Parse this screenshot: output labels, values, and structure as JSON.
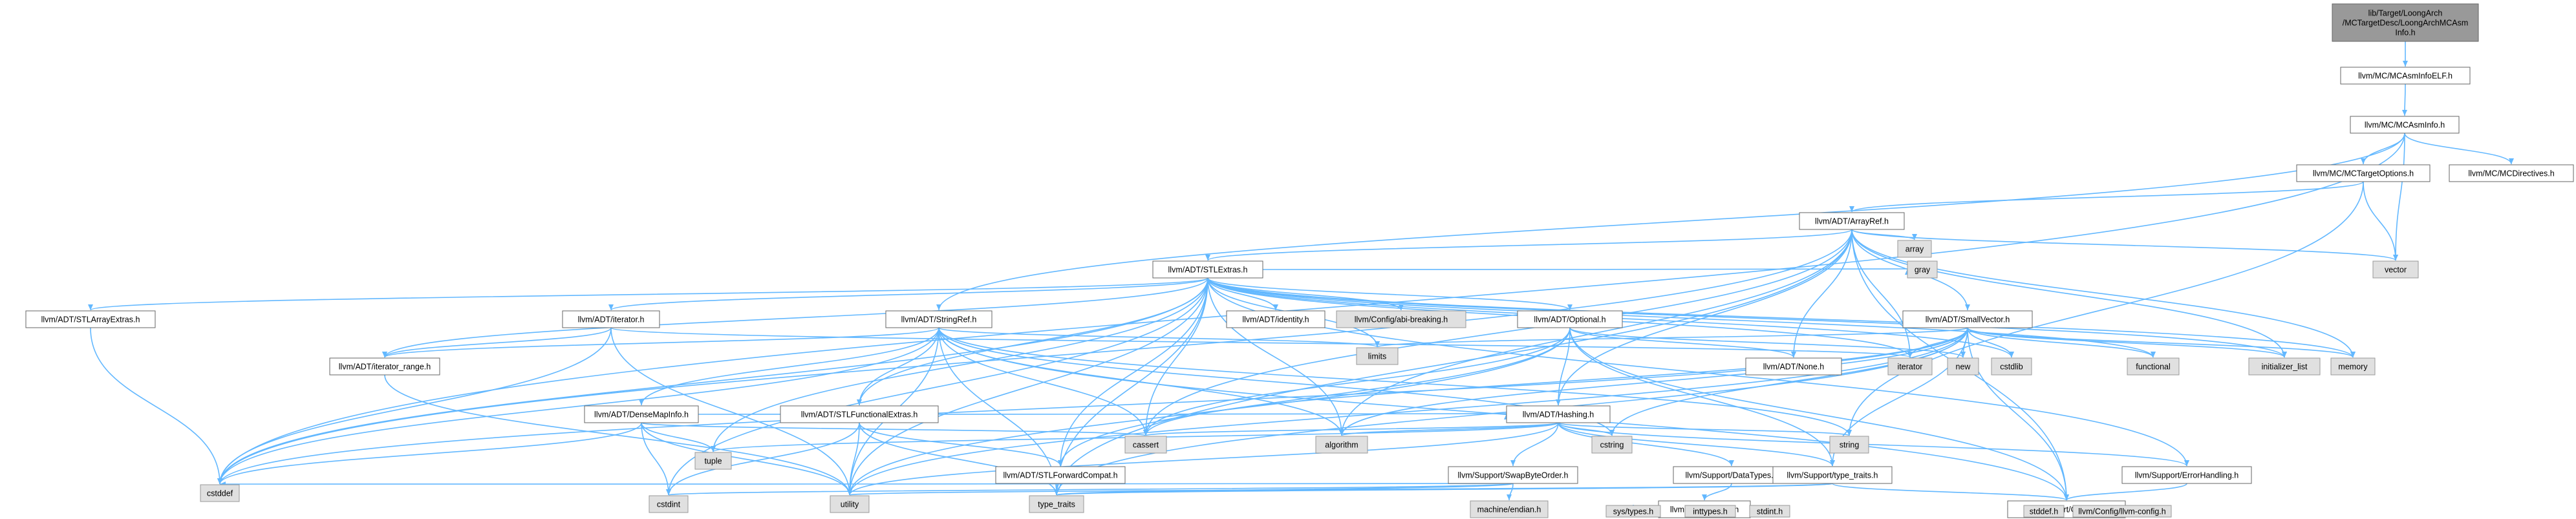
{
  "colors": {
    "edge": "#63b8ff",
    "node_fill": "#ffffff",
    "node_stroke": "#666666",
    "root_fill": "#999999",
    "root_stroke": "#666666",
    "system_fill": "#e0e0e0",
    "system_stroke": "#999999"
  },
  "nodes": [
    {
      "id": "root",
      "lines": [
        "lib/Target/LoongArch",
        "/MCTargetDesc/LoongArchMCAsm",
        "Info.h"
      ],
      "kind": "root"
    },
    {
      "id": "mcasminfoelf",
      "lines": [
        "llvm/MC/MCAsmInfoELF.h"
      ],
      "kind": "file"
    },
    {
      "id": "mcasminfo",
      "lines": [
        "llvm/MC/MCAsmInfo.h"
      ],
      "kind": "file"
    },
    {
      "id": "mctargetoptions",
      "lines": [
        "llvm/MC/MCTargetOptions.h"
      ],
      "kind": "file"
    },
    {
      "id": "mcdirectives",
      "lines": [
        "llvm/MC/MCDirectives.h"
      ],
      "kind": "file"
    },
    {
      "id": "arrayref",
      "lines": [
        "llvm/ADT/ArrayRef.h"
      ],
      "kind": "file"
    },
    {
      "id": "vector",
      "lines": [
        "vector"
      ],
      "kind": "system"
    },
    {
      "id": "array",
      "lines": [
        "array"
      ],
      "kind": "system"
    },
    {
      "id": "stlextras",
      "lines": [
        "llvm/ADT/STLExtras.h"
      ],
      "kind": "file"
    },
    {
      "id": "gray",
      "lines": [
        "gray"
      ],
      "kind": "system"
    },
    {
      "id": "stlarrayextras",
      "lines": [
        "llvm/ADT/STLArrayExtras.h"
      ],
      "kind": "file"
    },
    {
      "id": "iterator",
      "lines": [
        "llvm/ADT/iterator.h"
      ],
      "kind": "file"
    },
    {
      "id": "identity",
      "lines": [
        "llvm/ADT/identity.h"
      ],
      "kind": "file"
    },
    {
      "id": "abibreaking",
      "lines": [
        "llvm/Config/abi-breaking.h"
      ],
      "kind": "system"
    },
    {
      "id": "optional",
      "lines": [
        "llvm/ADT/Optional.h"
      ],
      "kind": "file"
    },
    {
      "id": "smallvector",
      "lines": [
        "llvm/ADT/SmallVector.h"
      ],
      "kind": "file"
    },
    {
      "id": "stringref",
      "lines": [
        "llvm/ADT/StringRef.h"
      ],
      "kind": "file"
    },
    {
      "id": "limits",
      "lines": [
        "limits"
      ],
      "kind": "system"
    },
    {
      "id": "none",
      "lines": [
        "llvm/ADT/None.h"
      ],
      "kind": "file"
    },
    {
      "id": "iterator_sys",
      "lines": [
        "iterator"
      ],
      "kind": "system"
    },
    {
      "id": "new",
      "lines": [
        "new"
      ],
      "kind": "system"
    },
    {
      "id": "cstdlib",
      "lines": [
        "cstdlib"
      ],
      "kind": "system"
    },
    {
      "id": "functional",
      "lines": [
        "functional"
      ],
      "kind": "system"
    },
    {
      "id": "initializer_list",
      "lines": [
        "initializer_list"
      ],
      "kind": "system"
    },
    {
      "id": "memory",
      "lines": [
        "memory"
      ],
      "kind": "system"
    },
    {
      "id": "iterator_range",
      "lines": [
        "llvm/ADT/iterator_range.h"
      ],
      "kind": "file"
    },
    {
      "id": "densemapinfo",
      "lines": [
        "llvm/ADT/DenseMapInfo.h"
      ],
      "kind": "file"
    },
    {
      "id": "stlfunctionalextras",
      "lines": [
        "llvm/ADT/STLFunctionalExtras.h"
      ],
      "kind": "file"
    },
    {
      "id": "hashing",
      "lines": [
        "llvm/ADT/Hashing.h"
      ],
      "kind": "file"
    },
    {
      "id": "tuple",
      "lines": [
        "tuple"
      ],
      "kind": "system"
    },
    {
      "id": "cassert",
      "lines": [
        "cassert"
      ],
      "kind": "system"
    },
    {
      "id": "algorithm",
      "lines": [
        "algorithm"
      ],
      "kind": "system"
    },
    {
      "id": "cstring",
      "lines": [
        "cstring"
      ],
      "kind": "system"
    },
    {
      "id": "string",
      "lines": [
        "string"
      ],
      "kind": "system"
    },
    {
      "id": "stlforwardcompat",
      "lines": [
        "llvm/ADT/STLForwardCompat.h"
      ],
      "kind": "file"
    },
    {
      "id": "swapbyteorder",
      "lines": [
        "llvm/Support/SwapByteOrder.h"
      ],
      "kind": "file"
    },
    {
      "id": "datatypes",
      "lines": [
        "llvm/Support/DataTypes.h"
      ],
      "kind": "file"
    },
    {
      "id": "type_traits_h",
      "lines": [
        "llvm/Support/type_traits.h"
      ],
      "kind": "file"
    },
    {
      "id": "errorhandling",
      "lines": [
        "llvm/Support/ErrorHandling.h"
      ],
      "kind": "file"
    },
    {
      "id": "cstddef",
      "lines": [
        "cstddef"
      ],
      "kind": "system"
    },
    {
      "id": "cstdint",
      "lines": [
        "cstdint"
      ],
      "kind": "system"
    },
    {
      "id": "utility",
      "lines": [
        "utility"
      ],
      "kind": "system"
    },
    {
      "id": "type_traits",
      "lines": [
        "type_traits"
      ],
      "kind": "system"
    },
    {
      "id": "machine_endian",
      "lines": [
        "machine/endian.h"
      ],
      "kind": "system"
    },
    {
      "id": "c_datatypes",
      "lines": [
        "llvm-c/DataTypes.h"
      ],
      "kind": "file"
    },
    {
      "id": "compiler",
      "lines": [
        "llvm/Support/Compiler.h"
      ],
      "kind": "file"
    },
    {
      "id": "sys_types",
      "lines": [
        "sys/types.h"
      ],
      "kind": "system"
    },
    {
      "id": "inttypes",
      "lines": [
        "inttypes.h"
      ],
      "kind": "system"
    },
    {
      "id": "stdint",
      "lines": [
        "stdint.h"
      ],
      "kind": "system"
    },
    {
      "id": "stddef",
      "lines": [
        "stddef.h"
      ],
      "kind": "system"
    },
    {
      "id": "llvm_config",
      "lines": [
        "llvm/Config/llvm-config.h"
      ],
      "kind": "system"
    }
  ],
  "edges": [
    [
      "root",
      "mcasminfoelf"
    ],
    [
      "mcasminfoelf",
      "mcasminfo"
    ],
    [
      "mcasminfo",
      "mctargetoptions"
    ],
    [
      "mcasminfo",
      "mcdirectives"
    ],
    [
      "mcasminfo",
      "vector"
    ],
    [
      "mcasminfo",
      "stringref"
    ],
    [
      "mcasminfo",
      "cstddef"
    ],
    [
      "mctargetoptions",
      "arrayref"
    ],
    [
      "mctargetoptions",
      "string"
    ],
    [
      "mctargetoptions",
      "vector"
    ],
    [
      "arrayref",
      "stlextras"
    ],
    [
      "arrayref",
      "smallvector"
    ],
    [
      "arrayref",
      "array"
    ],
    [
      "arrayref",
      "vector"
    ],
    [
      "arrayref",
      "hashing"
    ],
    [
      "arrayref",
      "none"
    ],
    [
      "arrayref",
      "compiler"
    ],
    [
      "arrayref",
      "algorithm"
    ],
    [
      "arrayref",
      "cassert"
    ],
    [
      "arrayref",
      "cstddef"
    ],
    [
      "arrayref",
      "initializer_list"
    ],
    [
      "arrayref",
      "iterator_sys"
    ],
    [
      "arrayref",
      "memory"
    ],
    [
      "arrayref",
      "type_traits"
    ],
    [
      "stlextras",
      "stlarrayextras"
    ],
    [
      "stlextras",
      "iterator"
    ],
    [
      "stlextras",
      "identity"
    ],
    [
      "stlextras",
      "abibreaking"
    ],
    [
      "stlextras",
      "optional"
    ],
    [
      "stlextras",
      "stlforwardcompat"
    ],
    [
      "stlextras",
      "stlfunctionalextras"
    ],
    [
      "stlextras",
      "iterator_range"
    ],
    [
      "stlextras",
      "errorhandling"
    ],
    [
      "stlextras",
      "algorithm"
    ],
    [
      "stlextras",
      "cassert"
    ],
    [
      "stlextras",
      "cstddef"
    ],
    [
      "stlextras",
      "cstdint"
    ],
    [
      "stlextras",
      "cstdlib"
    ],
    [
      "stlextras",
      "functional"
    ],
    [
      "stlextras",
      "initializer_list"
    ],
    [
      "stlextras",
      "iterator_sys"
    ],
    [
      "stlextras",
      "limits"
    ],
    [
      "stlextras",
      "memory"
    ],
    [
      "stlextras",
      "tuple"
    ],
    [
      "stlextras",
      "type_traits"
    ],
    [
      "stlextras",
      "utility"
    ],
    [
      "stlextras",
      "gray"
    ],
    [
      "stlarrayextras",
      "cstddef"
    ],
    [
      "iterator",
      "iterator_range"
    ],
    [
      "iterator",
      "cstddef"
    ],
    [
      "iterator",
      "iterator_sys"
    ],
    [
      "iterator",
      "utility"
    ],
    [
      "optional",
      "hashing"
    ],
    [
      "optional",
      "none"
    ],
    [
      "optional",
      "stlforwardcompat"
    ],
    [
      "optional",
      "compiler"
    ],
    [
      "optional",
      "type_traits_h"
    ],
    [
      "optional",
      "cassert"
    ],
    [
      "optional",
      "new"
    ],
    [
      "optional",
      "utility"
    ],
    [
      "smallvector",
      "compiler"
    ],
    [
      "smallvector",
      "type_traits_h"
    ],
    [
      "smallvector",
      "algorithm"
    ],
    [
      "smallvector",
      "cassert"
    ],
    [
      "smallvector",
      "cstddef"
    ],
    [
      "smallvector",
      "cstdlib"
    ],
    [
      "smallvector",
      "cstring"
    ],
    [
      "smallvector",
      "functional"
    ],
    [
      "smallvector",
      "initializer_list"
    ],
    [
      "smallvector",
      "iterator_sys"
    ],
    [
      "smallvector",
      "limits"
    ],
    [
      "smallvector",
      "memory"
    ],
    [
      "smallvector",
      "new"
    ],
    [
      "smallvector",
      "type_traits"
    ],
    [
      "smallvector",
      "utility"
    ],
    [
      "stringref",
      "densemapinfo"
    ],
    [
      "stringref",
      "stlfunctionalextras"
    ],
    [
      "stringref",
      "iterator_range"
    ],
    [
      "stringref",
      "compiler"
    ],
    [
      "stringref",
      "algorithm"
    ],
    [
      "stringref",
      "cassert"
    ],
    [
      "stringref",
      "cstddef"
    ],
    [
      "stringref",
      "cstring"
    ],
    [
      "stringref",
      "limits"
    ],
    [
      "stringref",
      "string"
    ],
    [
      "stringref",
      "type_traits"
    ],
    [
      "stringref",
      "utility"
    ],
    [
      "densemapinfo",
      "hashing"
    ],
    [
      "densemapinfo",
      "cassert"
    ],
    [
      "densemapinfo",
      "cstddef"
    ],
    [
      "densemapinfo",
      "cstdint"
    ],
    [
      "densemapinfo",
      "tuple"
    ],
    [
      "densemapinfo",
      "utility"
    ],
    [
      "stlfunctionalextras",
      "stlforwardcompat"
    ],
    [
      "stlfunctionalextras",
      "cstdint"
    ],
    [
      "stlfunctionalextras",
      "type_traits"
    ],
    [
      "stlfunctionalextras",
      "utility"
    ],
    [
      "hashing",
      "errorhandling"
    ],
    [
      "hashing",
      "datatypes"
    ],
    [
      "hashing",
      "swapbyteorder"
    ],
    [
      "hashing",
      "type_traits_h"
    ],
    [
      "hashing",
      "algorithm"
    ],
    [
      "hashing",
      "cassert"
    ],
    [
      "hashing",
      "cstring"
    ],
    [
      "hashing",
      "string"
    ],
    [
      "hashing",
      "tuple"
    ],
    [
      "hashing",
      "utility"
    ],
    [
      "stlforwardcompat",
      "type_traits"
    ],
    [
      "swapbyteorder",
      "cstddef"
    ],
    [
      "swapbyteorder",
      "cstdint"
    ],
    [
      "swapbyteorder",
      "type_traits"
    ],
    [
      "swapbyteorder",
      "machine_endian"
    ],
    [
      "datatypes",
      "c_datatypes"
    ],
    [
      "type_traits_h",
      "compiler"
    ],
    [
      "type_traits_h",
      "type_traits"
    ],
    [
      "type_traits_h",
      "utility"
    ],
    [
      "errorhandling",
      "compiler"
    ],
    [
      "c_datatypes",
      "sys_types"
    ],
    [
      "c_datatypes",
      "inttypes"
    ],
    [
      "c_datatypes",
      "stdint"
    ],
    [
      "compiler",
      "stddef"
    ],
    [
      "compiler",
      "llvm_config"
    ],
    [
      "iterator_range",
      "utility"
    ]
  ]
}
